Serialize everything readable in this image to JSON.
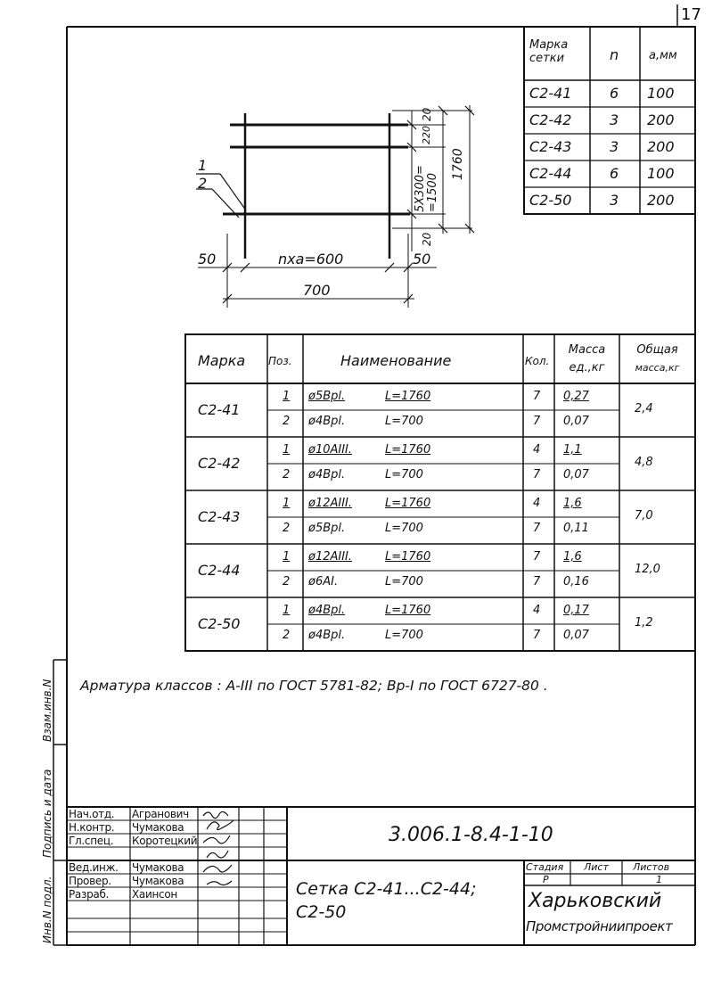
{
  "sheet_number": "17",
  "grid_table": {
    "headers": [
      "Марка сетки",
      "n",
      "a,мм"
    ],
    "header_lines": [
      [
        "Марка",
        "сетки"
      ],
      [
        "n"
      ],
      [
        "a,мм"
      ]
    ],
    "rows": [
      [
        "С2-41",
        "6",
        "100"
      ],
      [
        "С2-42",
        "3",
        "200"
      ],
      [
        "С2-43",
        "3",
        "200"
      ],
      [
        "С2-44",
        "6",
        "100"
      ],
      [
        "С2-50",
        "3",
        "200"
      ]
    ]
  },
  "drawing": {
    "pos1": "1",
    "pos2": "2",
    "dim_top20": "20",
    "dim_220": "220",
    "dim_5x300_a": "5X300=",
    "dim_5x300_b": "=1500",
    "dim_1760": "1760",
    "dim_bot20": "20",
    "dim_left50": "50",
    "dim_nxa": "nxa=600",
    "dim_right50": "50",
    "dim_700": "700"
  },
  "spec_table": {
    "headers": {
      "mark": "Марка",
      "pos": "Поз.",
      "name": "Наименование",
      "qty": "Кол.",
      "mass_unit_1": "Масса",
      "mass_unit_2": "ед.,кг",
      "mass_total_1": "Общая",
      "mass_total_2": "масса,кг"
    },
    "groups": [
      {
        "mark": "С2-41",
        "total": "2,4",
        "rows": [
          {
            "pos": "1",
            "bar": "ø5Bpl.",
            "len": "L=1760",
            "qty": "7",
            "mass": "0,27"
          },
          {
            "pos": "2",
            "bar": "ø4Bpl.",
            "len": "L=700",
            "qty": "7",
            "mass": "0,07"
          }
        ]
      },
      {
        "mark": "С2-42",
        "total": "4,8",
        "rows": [
          {
            "pos": "1",
            "bar": "ø10AIII.",
            "len": "L=1760",
            "qty": "4",
            "mass": "1,1"
          },
          {
            "pos": "2",
            "bar": "ø4Bpl.",
            "len": "L=700",
            "qty": "7",
            "mass": "0,07"
          }
        ]
      },
      {
        "mark": "С2-43",
        "total": "7,0",
        "rows": [
          {
            "pos": "1",
            "bar": "ø12AIII.",
            "len": "L=1760",
            "qty": "4",
            "mass": "1,6"
          },
          {
            "pos": "2",
            "bar": "ø5Bpl.",
            "len": "L=700",
            "qty": "7",
            "mass": "0,11"
          }
        ]
      },
      {
        "mark": "С2-44",
        "total": "12,0",
        "rows": [
          {
            "pos": "1",
            "bar": "ø12AIII.",
            "len": "L=1760",
            "qty": "7",
            "mass": "1,6"
          },
          {
            "pos": "2",
            "bar": "ø6AI.",
            "len": "L=700",
            "qty": "7",
            "mass": "0,16"
          }
        ]
      },
      {
        "mark": "С2-50",
        "total": "1,2",
        "rows": [
          {
            "pos": "1",
            "bar": "ø4Bpl.",
            "len": "L=1760",
            "qty": "4",
            "mass": "0,17"
          },
          {
            "pos": "2",
            "bar": "ø4Bpl.",
            "len": "L=700",
            "qty": "7",
            "mass": "0,07"
          }
        ]
      }
    ]
  },
  "note": "Арматура классов : А-III по ГОСТ 5781-82; Вр-I по ГОСТ 6727-80 .",
  "side_stamp": {
    "inv_podl": "Инв.N подл.",
    "podpis_data": "Подпись и дата",
    "vzam_inv": "Взам.инв.N"
  },
  "title_block": {
    "roles": [
      "Нач.отд.",
      "Н.контр.",
      "Гл.спец.",
      "Вед.инж.",
      "Провер.",
      "Разраб."
    ],
    "names": [
      "Агранович",
      "Чумакова",
      "Коротецкий",
      "Чумакова",
      "Чумакова",
      "Хаинсон"
    ],
    "doc_code": "3.006.1-8.4-1-10",
    "title_line1": "Сетка С2-41...С2-44;",
    "title_line2": "С2-50",
    "stage_label": "Стадия",
    "sheet_label": "Лист",
    "sheets_label": "Листов",
    "stage_value": "Р",
    "sheets_value": "1",
    "org_line1": "Харьковский",
    "org_line2": "Промстройниипроект"
  }
}
